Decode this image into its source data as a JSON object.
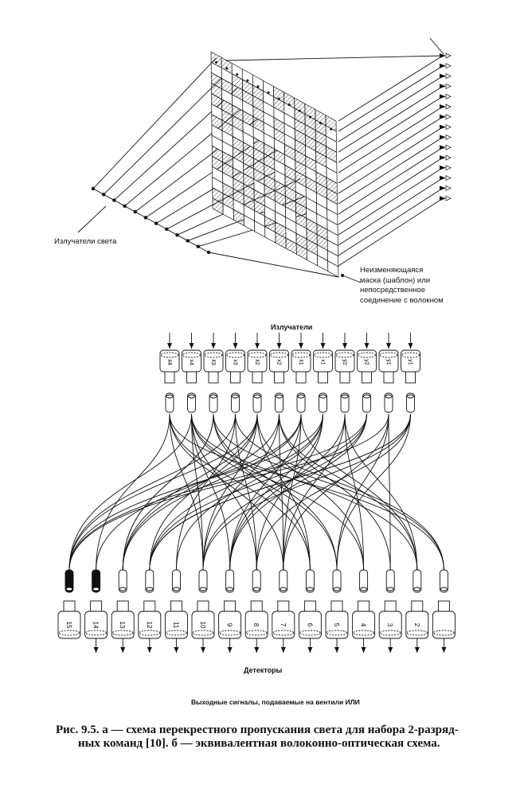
{
  "figure_a": {
    "emitters_label": "Излучатели света",
    "mask_label": [
      "Неизменяющаяся",
      "маска (шаблон) или",
      "непосредственное",
      "соединение с волокном"
    ],
    "mask_columns": 12,
    "mask_rows": 15,
    "outputs": 15
  },
  "figure_b": {
    "emitters_label": "Излучатели",
    "emitter_labels": [
      "x̄4",
      "x4",
      "x̄3",
      "x3",
      "x̄2",
      "x2",
      "x̄1",
      "x1",
      "ȳ2",
      "y2",
      "ȳ1",
      "y1"
    ],
    "detectors_label": "Детекторы",
    "detector_labels": [
      "15",
      "14",
      "13",
      "12",
      "11",
      "10",
      "9",
      "8",
      "7",
      "6",
      "5",
      "4",
      "3",
      "2",
      ""
    ],
    "outputs_label": "Выходные сигналы, подаваемые на вентили ИЛИ"
  },
  "caption": {
    "line1": "Рис. 9.5. а — схема перекрестного пропускания света для набора 2-разряд-",
    "line2": "ных команд [10]. б — эквивалентная волоконно-оптическая схема."
  }
}
